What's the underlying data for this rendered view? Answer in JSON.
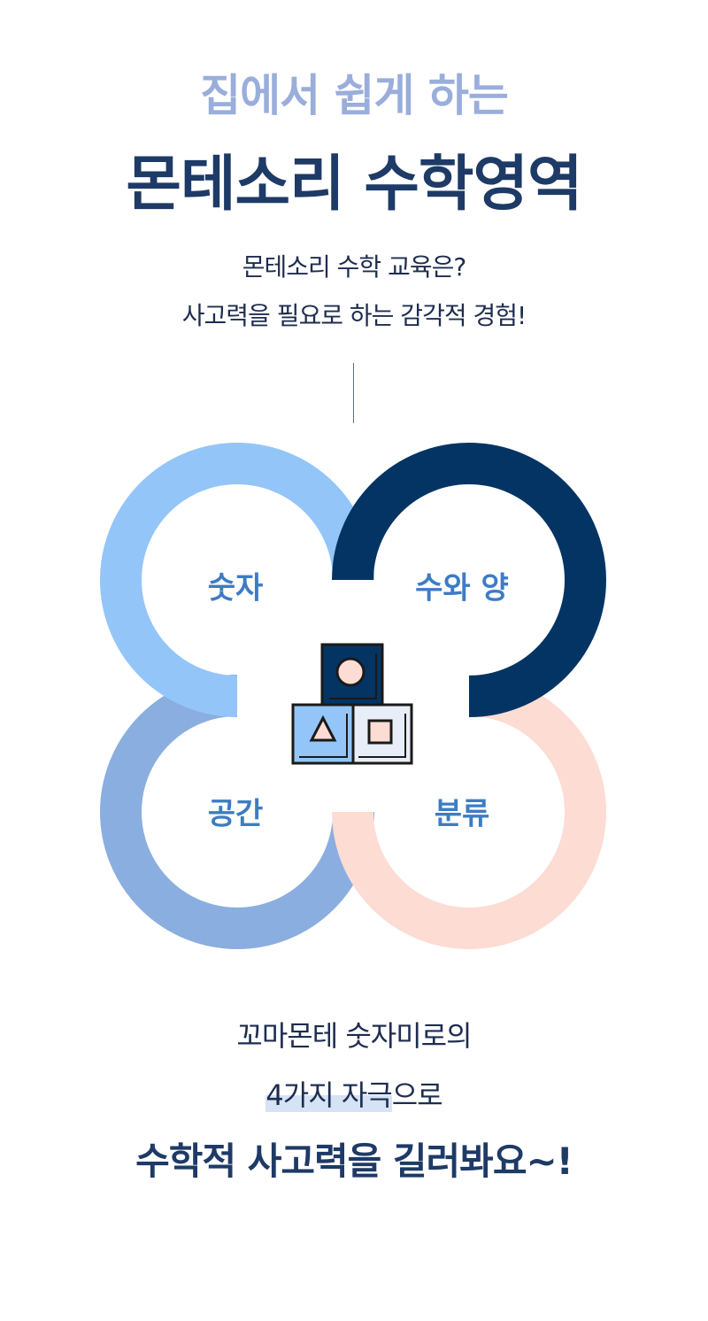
{
  "header": {
    "eyebrow": "집에서 쉽게 하는",
    "title": "몬테소리 수학영역",
    "subtitle_line1": "몬테소리 수학 교육은?",
    "subtitle_line2": "사고력을 필요로 하는 감각적 경험!"
  },
  "diagram": {
    "petals": [
      {
        "label": "숫자",
        "color": "#93c5f8"
      },
      {
        "label": "수와 양",
        "color": "#043463"
      },
      {
        "label": "공간",
        "color": "#8aaedf"
      },
      {
        "label": "분류",
        "color": "#fddcd4"
      }
    ],
    "label_color": "#3d7cc4",
    "center_icon": "shape-blocks-icon"
  },
  "footer": {
    "line1": "꼬마몬테 숫자미로의",
    "line2_highlight": "4가지 자극",
    "line2_rest": "으로",
    "line3": "수학적 사고력을 길러봐요~!"
  }
}
